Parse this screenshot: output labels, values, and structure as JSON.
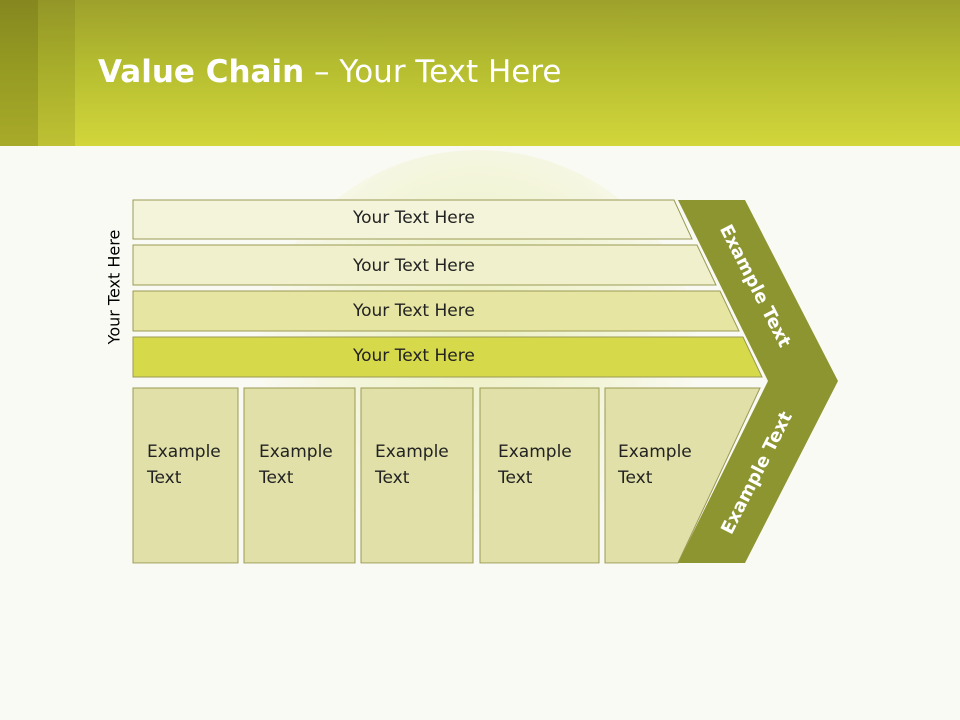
{
  "title": {
    "bold": "Value Chain",
    "rest": " – Your Text Here"
  },
  "side_label": "Your Text Here",
  "rows": [
    {
      "label": "Your Text Here"
    },
    {
      "label": "Your Text Here"
    },
    {
      "label": "Your Text Here"
    },
    {
      "label": "Your Text Here"
    }
  ],
  "cells": [
    {
      "line1": "Example",
      "line2": "Text"
    },
    {
      "line1": "Example",
      "line2": "Text"
    },
    {
      "line1": "Example",
      "line2": "Text"
    },
    {
      "line1": "Example",
      "line2": "Text"
    },
    {
      "line1": "Example",
      "line2": "Text"
    }
  ],
  "chevron": {
    "upper": "Example Text",
    "lower": "Example Text"
  },
  "colors": {
    "header": "#c8cc35",
    "chevron": "#8d9530",
    "row_light": "#f3f3d6",
    "row_dark": "#d6d94a",
    "cell": "#e0e0a8"
  }
}
